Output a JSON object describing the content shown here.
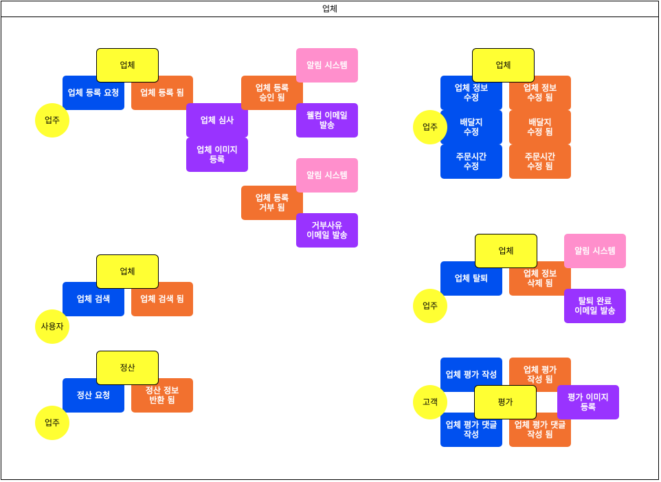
{
  "title": "업체",
  "groups": {
    "register": {
      "header": "업체",
      "actor": "업주",
      "request": "업체 등록 요청",
      "registered": "업체 등록 됨",
      "review": "업체 심사",
      "image": "업체 이미지\n등록",
      "approved": "업체 등록\n승인 됨",
      "alarm1": "알림 시스템",
      "welcome_email": "웰컴 이메일\n발송",
      "rejected": "업체 등록\n거부 됨",
      "alarm2": "알림 시스템",
      "reject_email": "거부사유\n이메일 발송"
    },
    "edit": {
      "header": "업체",
      "actor": "업주",
      "info_edit": "업체 정보\n수정",
      "info_edited": "업체 정보\n수정 됨",
      "delivery_edit": "배달지\n수정",
      "delivery_edited": "배달지\n수정 됨",
      "hours_edit": "주문시간\n수정",
      "hours_edited": "주문시간\n수정 됨"
    },
    "search": {
      "header": "업체",
      "actor": "사용자",
      "search": "업체 검색",
      "searched": "업체 검색 됨"
    },
    "withdraw": {
      "header": "업체",
      "actor": "업주",
      "withdraw": "업체 탈퇴",
      "deleted": "업체 정보\n삭제 됨",
      "alarm": "알림 시스템",
      "email": "탈퇴 완료\n이메일 발송"
    },
    "settlement": {
      "header": "정산",
      "actor": "업주",
      "request": "정산 요청",
      "returned": "정산 정보\n반환 됨"
    },
    "review": {
      "header": "평가",
      "actor": "고객",
      "write": "업체 평가 작성",
      "written": "업체 평가\n작성 됨",
      "reply": "업체 평가 댓글\n작성",
      "replied": "업체 평가 댓글\n작성 됨",
      "image": "평가 이미지\n등록"
    }
  },
  "colors": {
    "command": "#0050ef",
    "event": "#f2712f",
    "policy": "#9933ff",
    "external": "#ff8fcc",
    "aggregate": "#ffff33",
    "actor": "#ffff33"
  }
}
